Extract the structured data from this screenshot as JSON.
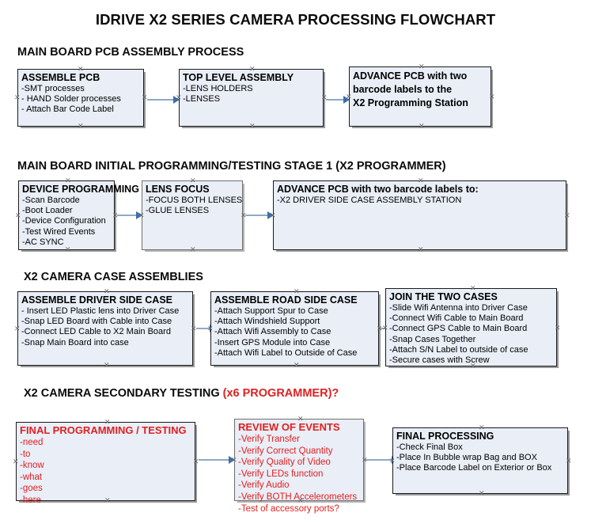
{
  "title": "IDRIVE X2  SERIES CAMERA PROCESSING FLOWCHART",
  "colors": {
    "box_fill": "#e9eef7",
    "box_border": "#1b1b1b",
    "connector": "#8fa9c6",
    "arrow_head": "#3e6ea8",
    "accent_red": "#e02020",
    "text": "#000000"
  },
  "sections": [
    {
      "heading": "MAIN BOARD PCB ASSEMBLY PROCESS",
      "heading_accent": "",
      "boxes": [
        {
          "title": "ASSEMBLE PCB",
          "items": [
            "-SMT processes",
            "- HAND Solder processes",
            "- Attach Bar Code Label"
          ]
        },
        {
          "title": "TOP LEVEL ASSEMBLY",
          "items": [
            "-LENS HOLDERS",
            "-LENSES"
          ]
        },
        {
          "title_lines": [
            "ADVANCE PCB with two",
            "barcode labels to the",
            " X2 Programming Station"
          ],
          "items": []
        }
      ]
    },
    {
      "heading": "MAIN BOARD INITIAL PROGRAMMING/TESTING STAGE 1 (X2 PROGRAMMER)",
      "heading_accent": "",
      "boxes": [
        {
          "title": "DEVICE PROGRAMMING",
          "items": [
            "-Scan Barcode",
            "-Boot Loader",
            "-Device Configuration",
            "-Test Wired Events",
            "-AC SYNC"
          ]
        },
        {
          "title": "LENS FOCUS",
          "items": [
            "-FOCUS BOTH LENSES",
            "-GLUE LENSES"
          ]
        },
        {
          "title": "ADVANCE PCB with two barcode labels to:",
          "items": [
            "-X2 DRIVER  SIDE  CASE  ASSEMBLY STATION"
          ]
        }
      ]
    },
    {
      "heading": "X2 CAMERA CASE ASSEMBLIES",
      "heading_accent": "",
      "boxes": [
        {
          "title": "ASSEMBLE DRIVER SIDE CASE",
          "items": [
            "- Insert LED Plastic lens into Driver Case",
            "-Snap LED Board with Cable into Case",
            "-Connect LED Cable to X2 Main Board",
            "-Snap Main Board into case"
          ]
        },
        {
          "title": "ASSEMBLE ROAD SIDE CASE",
          "items": [
            "-Attach Support Spur to Case",
            "-Attach Windshield Support",
            "-Attach Wifi Assembly to Case",
            "-Insert GPS Module into Case",
            "-Attach Wifi Label to Outside of Case"
          ]
        },
        {
          "title": "JOIN THE TWO CASES",
          "items": [
            "-Slide Wifi Antenna into Driver Case",
            "-Connect Wifi Cable to Main Board",
            "-Connect GPS Cable to Main Board",
            "-Snap Cases Together",
            "-Attach S/N Label to outside of case",
            "-Secure cases with Screw"
          ]
        }
      ]
    },
    {
      "heading": "X2 CAMERA SECONDARY TESTING ",
      "heading_accent": "(x6 PROGRAMMER)?",
      "boxes": [
        {
          "title": "FINAL PROGRAMMING / TESTING",
          "items": [
            "-need",
            "-to",
            "-know",
            "-what",
            "-goes",
            "-here"
          ]
        },
        {
          "title": "REVIEW OF EVENTS",
          "items": [
            "-Verify Transfer",
            "-Verify Correct Quantity",
            "-Verify Quality of Video",
            "-Verify LEDs function",
            "-Verify Audio",
            "-Verify BOTH Accelerometers",
            "-Test of accessory ports?"
          ]
        },
        {
          "title": "FINAL PROCESSING",
          "items": [
            " -Check Final Box",
            "-Place In Bubble wrap Bag and BOX",
            "-Place Barcode Label on Exterior or Box"
          ]
        }
      ]
    }
  ]
}
